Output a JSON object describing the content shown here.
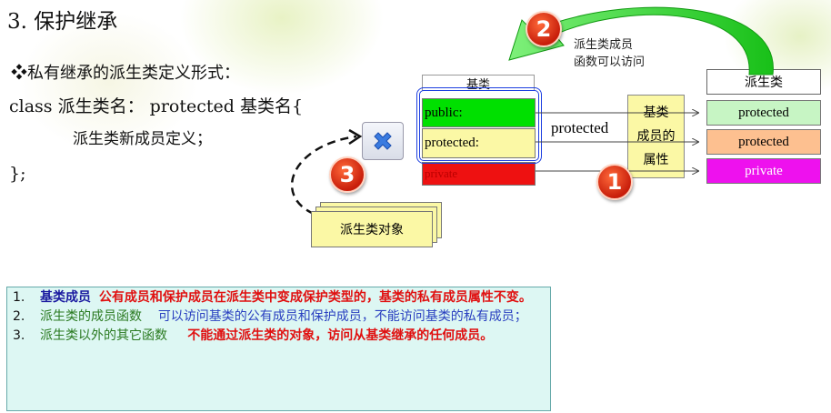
{
  "title": "3. 保护继承",
  "subtitle": "❖私有继承的派生类定义形式：",
  "code": {
    "line1_kw": "class",
    "line1_name": "派生类名：",
    "line1_access": "protected",
    "line1_base": "基类名{",
    "line2": "派生类新成员定义；",
    "line3": "};"
  },
  "diagram": {
    "base_label": "基类",
    "base_rows": [
      "public:",
      "protected:",
      "private"
    ],
    "derived_label": "派生类",
    "derived_rows": [
      "protected",
      "protected",
      "private"
    ],
    "inherit_mode": "protected",
    "attr_box": [
      "基类",
      "成员的",
      "属性"
    ],
    "note_access": [
      "派生类成员",
      "函数可以访问"
    ],
    "object_label": "派生类对象",
    "badges": [
      "2",
      "3",
      "1"
    ]
  },
  "list": [
    {
      "num": "1.",
      "head": "基类成员",
      "body": "公有成员和保护成员在派生类中变成保护类型的，基类的私有成员属性不变。"
    },
    {
      "num": "2.",
      "head": "派生类的成员函数",
      "body": "可以访问基类的公有成员和保护成员，不能访问基类的私有成员；"
    },
    {
      "num": "3.",
      "head": "派生类以外的其它函数",
      "body": "不能通过派生类的对象，访问从基类继承的任何成员。"
    }
  ],
  "colors": {
    "green": "#00e000",
    "yellow": "#fbf8a5",
    "red": "#ee1111",
    "light_green": "#c7f5c4",
    "orange": "#fdc090",
    "magenta": "#ee11ee",
    "blue_outline": "#1d3fe0",
    "arrow_green": "#22cc22"
  }
}
